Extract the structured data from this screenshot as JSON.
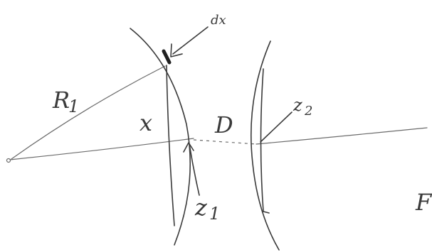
{
  "labels": {
    "dx": "dx",
    "R1": "R",
    "R1_sub": "1",
    "x": "x",
    "D": "D",
    "z1": "z",
    "z1_sub": "1",
    "z2": "z",
    "z2_sub": "2",
    "F": "F"
  }
}
